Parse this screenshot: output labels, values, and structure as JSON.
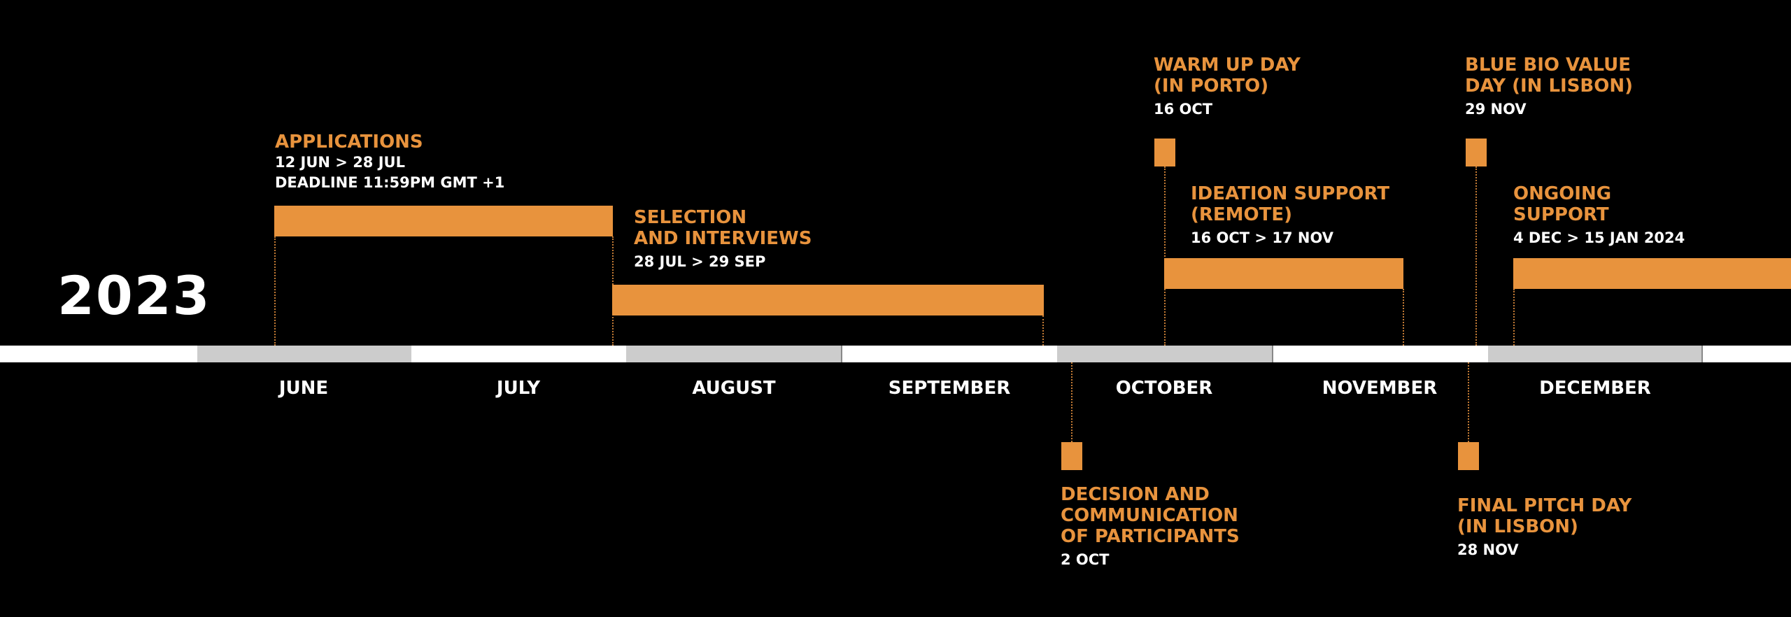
{
  "timeline": {
    "year": "2023",
    "months": [
      {
        "name": "",
        "shade": "#ffffff"
      },
      {
        "name": "JUNE",
        "shade": "#cccccc"
      },
      {
        "name": "JULY",
        "shade": "#ffffff"
      },
      {
        "name": "AUGUST",
        "shade": "#cccccc"
      },
      {
        "name": "SEPTEMBER",
        "shade": "#ffffff"
      },
      {
        "name": "OCTOBER",
        "shade": "#cccccc"
      },
      {
        "name": "NOVEMBER",
        "shade": "#ffffff"
      },
      {
        "name": "DECEMBER",
        "shade": "#cccccc"
      }
    ],
    "accent_color": "#e8933d"
  },
  "events": {
    "applications": {
      "title": "APPLICATIONS",
      "date": "12 JUN > 28 JUL\nDEADLINE 11:59PM GMT +1",
      "start": "12 JUN",
      "end": "28 JUL"
    },
    "selection": {
      "title": "SELECTION\nAND INTERVIEWS",
      "date": "28 JUL > 29 SEP",
      "start": "28 JUL",
      "end": "29 SEP"
    },
    "decision": {
      "title": "DECISION AND\nCOMMUNICATION\nOF PARTICIPANTS",
      "date": "2 OCT"
    },
    "warmup": {
      "title": "WARM UP DAY\n(IN PORTO)",
      "date": "16 OCT"
    },
    "ideation": {
      "title": "IDEATION SUPPORT\n(REMOTE)",
      "date": "16 OCT > 17 NOV",
      "start": "16 OCT",
      "end": "17 NOV"
    },
    "finalpitch": {
      "title": "FINAL PITCH DAY\n(IN LISBON)",
      "date": "28 NOV"
    },
    "bluebio": {
      "title": "BLUE BIO VALUE\nDAY (IN LISBON)",
      "date": "29 NOV"
    },
    "ongoing": {
      "title": "ONGOING\nSUPPORT",
      "date": "4 DEC > 15 JAN 2024",
      "start": "4 DEC",
      "end": "15 JAN 2024"
    }
  }
}
